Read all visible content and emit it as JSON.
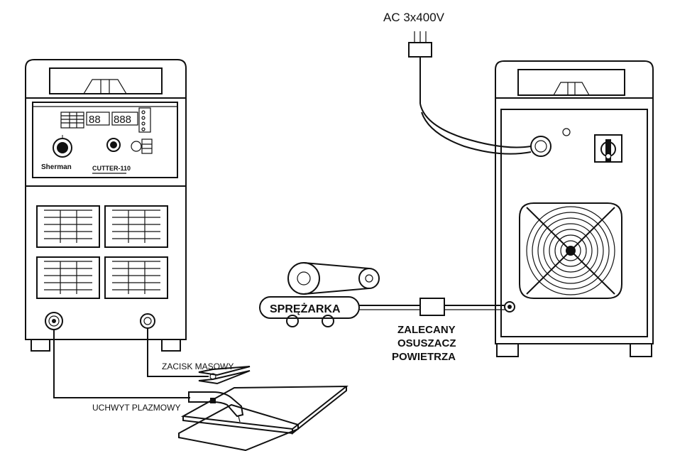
{
  "labels": {
    "power": "AC 3x400V",
    "compressor": "SPRĘŻARKA",
    "dryer_line1": "ZALECANY",
    "dryer_line2": "OSUSZACZ",
    "dryer_line3": "POWIETRZA",
    "clamp": "ZACISK MASOWY",
    "torch": "UCHWYT PLAZMOWY"
  },
  "front_panel": {
    "brand": "Sherman",
    "model": "CUTTER-110",
    "display_left": "88",
    "display_right": "888"
  }
}
